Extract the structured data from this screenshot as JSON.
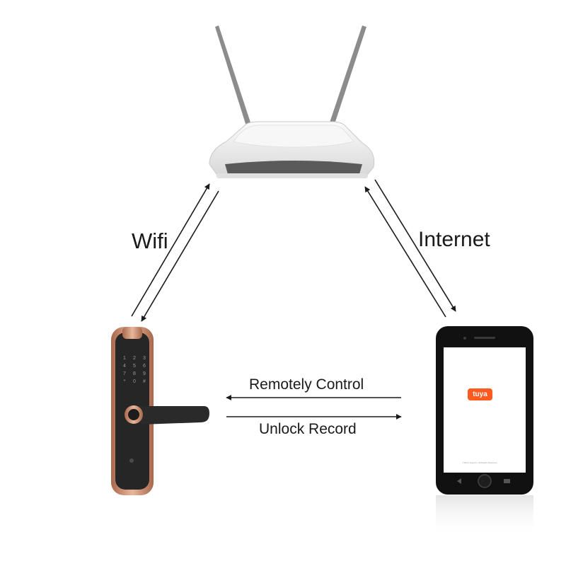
{
  "labels": {
    "wifi": "Wifi",
    "internet": "Internet",
    "remote_control": "Remotely Control",
    "unlock_record": "Unlock Record"
  },
  "phone": {
    "app_logo_text": "tuya",
    "footer_text": "©2019 Tuya Inc. All Rights Reserved"
  },
  "lock_keypad": [
    "1",
    "2",
    "3",
    "4",
    "5",
    "6",
    "7",
    "8",
    "9",
    "*",
    "0",
    "#"
  ],
  "colors": {
    "accent_rose_gold": "#c98a6c",
    "tuya_orange": "#ff5a1f",
    "lock_body": "#262626",
    "router_body": "#eeeeee"
  }
}
